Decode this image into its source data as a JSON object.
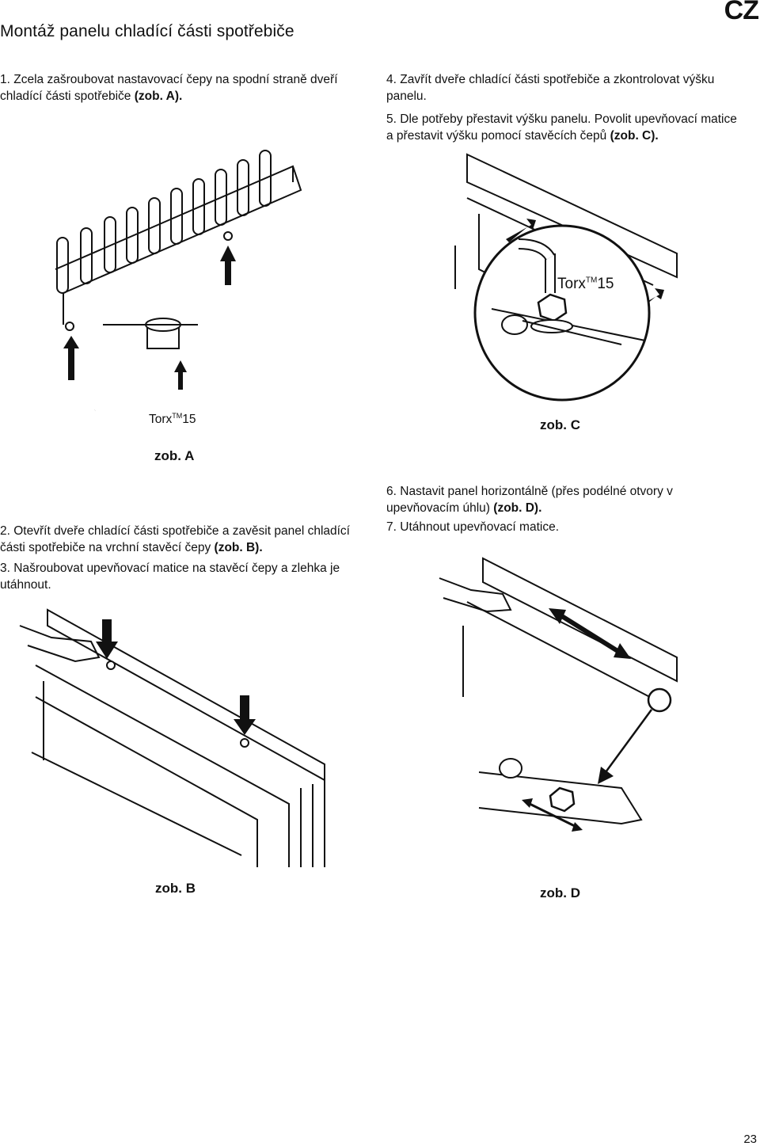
{
  "header": {
    "title": "Montáž panelu chladící části spotřebiče",
    "lang": "CZ"
  },
  "steps": [
    {
      "num": "1.",
      "text": "Zcela zašroubovat nastavovací čepy na spodní straně dveří chladící části spotřebiče",
      "ref": "(zob. A)."
    },
    {
      "num": "4.",
      "text": "Zavřít dveře chladící části spotřebiče a zkontrolovat výšku panelu.",
      "ref": ""
    },
    {
      "num": "5.",
      "text": "Dle potřeby přestavit výšku panelu. Povolit upevňovací matice a přestavit výšku pomocí stavěcích čepů",
      "ref": "(zob. C)."
    },
    {
      "num": "2.",
      "text": "Otevřít dveře chladící části spotřebiče a zavěsit panel chladící části spotřebiče na vrchní stavěcí čepy",
      "ref": "(zob. B)."
    },
    {
      "num": "3.",
      "text": "Našroubovat upevňovací matice na stavěcí čepy a zlehka je utáhnout.",
      "ref": ""
    },
    {
      "num": "6.",
      "text": "Nastavit panel horizontálně (přes podélné otvory v upevňovacím úhlu)",
      "ref": "(zob. D)."
    },
    {
      "num": "7.",
      "text": "Utáhnout upevňovací matice.",
      "ref": ""
    }
  ],
  "figures": {
    "a": {
      "caption_prefix": "zob.",
      "caption_letter": "A",
      "tool_label": "Torx",
      "tool_tm": "TM",
      "tool_size": "15"
    },
    "b": {
      "caption_prefix": "zob.",
      "caption_letter": "B"
    },
    "c": {
      "caption_prefix": "zob.",
      "caption_letter": "C",
      "tool_label": "Torx",
      "tool_tm": "TM",
      "tool_size": "15"
    },
    "d": {
      "caption_prefix": "zob.",
      "caption_letter": "D"
    }
  },
  "footer": {
    "page_number": "23"
  }
}
